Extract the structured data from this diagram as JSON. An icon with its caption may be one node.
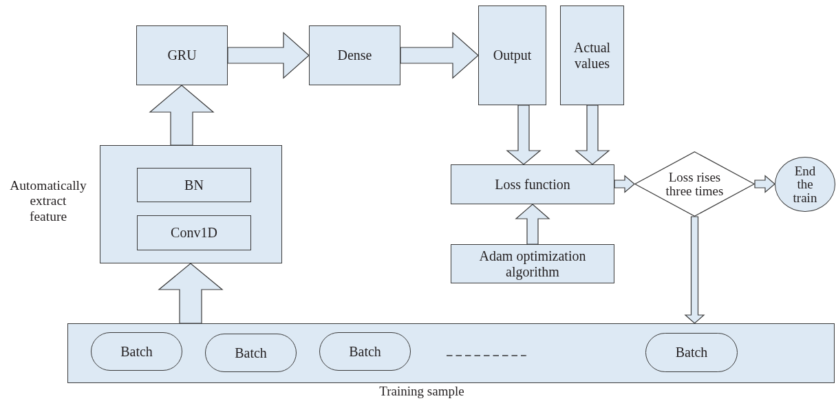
{
  "diagram": {
    "nodes": [
      {
        "text": [
          "Automatically extract feature"
        ]
      },
      {
        "text": [
          "BN"
        ],
        "in": 0
      },
      {
        "text": [
          "Conv1D"
        ],
        "in": 0
      },
      {
        "text": [
          "GRU"
        ]
      },
      {
        "text": [
          "Dense"
        ]
      },
      {
        "text": [
          "Output"
        ]
      },
      {
        "text": [
          "Actual values"
        ]
      },
      {
        "text": [
          "Loss function"
        ]
      },
      {
        "text": [
          "Adam optimization algorithm"
        ]
      },
      {
        "text": [
          "Loss rises three times"
        ]
      },
      {
        "text": [
          "End the train"
        ]
      },
      {
        "text": [
          "Training sample"
        ]
      },
      {
        "text": [
          "Batch"
        ],
        "in": 11
      },
      {
        "text": [
          "Batch"
        ],
        "in": 11
      },
      {
        "text": [
          "Batch"
        ],
        "in": 11
      },
      {
        "text": [
          "Batch"
        ],
        "in": 11
      }
    ],
    "edges": [
      {
        "from": 11,
        "to": 0,
        "arrow": "to"
      },
      {
        "from": 0,
        "to": 3,
        "arrow": "to"
      },
      {
        "from": 3,
        "to": 4,
        "arrow": "to"
      },
      {
        "from": 4,
        "to": 5,
        "arrow": "to"
      },
      {
        "from": 5,
        "to": 7,
        "arrow": "to"
      },
      {
        "from": 6,
        "to": 7,
        "arrow": "to"
      },
      {
        "from": 8,
        "to": 7,
        "arrow": "to"
      },
      {
        "from": 7,
        "to": 9,
        "arrow": "to"
      },
      {
        "from": 9,
        "to": 10,
        "arrow": "to"
      },
      {
        "from": 9,
        "to": 11,
        "arrow": "to"
      }
    ]
  }
}
